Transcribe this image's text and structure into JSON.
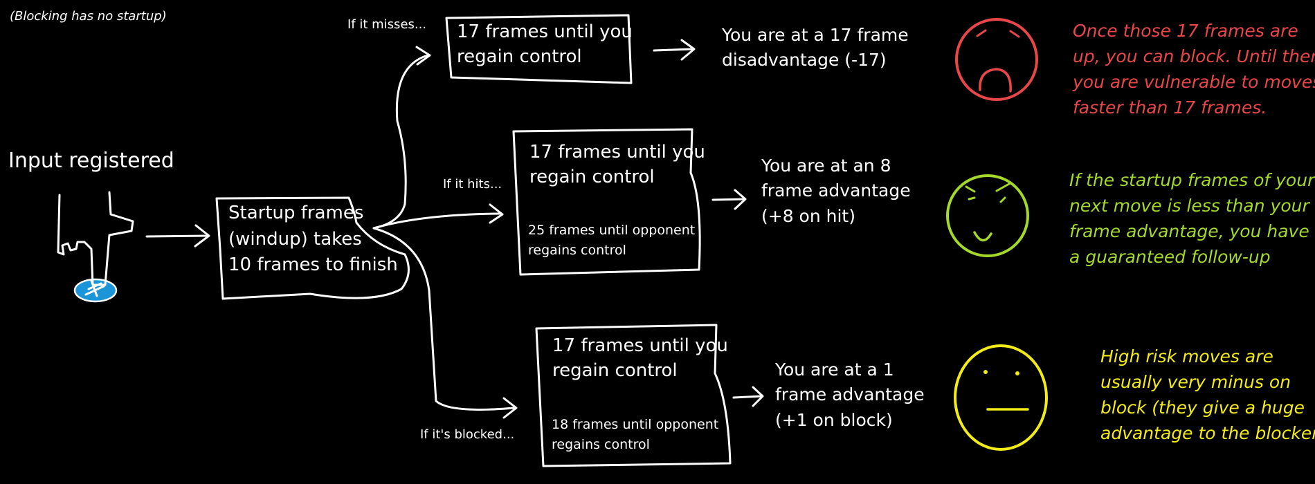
{
  "colors": {
    "background": "#000000",
    "ink": "#ffffff",
    "miss_note": "#e8474a",
    "hit_note": "#a4d82a",
    "block_note": "#f2eb18",
    "button_blue": "#1b95d8"
  },
  "top_note": "(Blocking has no startup)",
  "input_label": "Input registered",
  "startup_box": {
    "lines": [
      "Startup frames",
      "(windup) takes",
      "10 frames to finish"
    ]
  },
  "branches": {
    "miss": {
      "label": "If it misses...",
      "box_lines": [
        "17 frames until you",
        "regain control"
      ],
      "result_lines": [
        "You are at a 17 frame",
        "disadvantage (-17)"
      ],
      "face": "sad-face-icon",
      "note_lines": [
        "Once those 17 frames are",
        "up, you can block. Until then,",
        "you are vulnerable to moves",
        "faster than 17 frames."
      ]
    },
    "hit": {
      "label": "If it hits...",
      "box_lines": [
        "17 frames until you",
        "regain control"
      ],
      "opponent_lines": [
        "25 frames until opponent",
        "regains control"
      ],
      "result_lines": [
        "You are at an 8",
        "frame advantage",
        "(+8 on hit)"
      ],
      "face": "smirk-face-icon",
      "note_lines": [
        "If the startup frames of your",
        "next move is less than your",
        "frame advantage, you have",
        "a guaranteed follow-up"
      ]
    },
    "block": {
      "label": "If it's blocked...",
      "box_lines": [
        "17 frames until you",
        "regain control"
      ],
      "opponent_lines": [
        "18 frames until opponent",
        "regains control"
      ],
      "result_lines": [
        "You are at a 1",
        "frame advantage",
        "(+1 on block)"
      ],
      "face": "neutral-face-icon",
      "note_lines": [
        "High risk moves are",
        "usually very minus on",
        "block (they give a huge",
        "advantage to the blocker)"
      ]
    }
  }
}
